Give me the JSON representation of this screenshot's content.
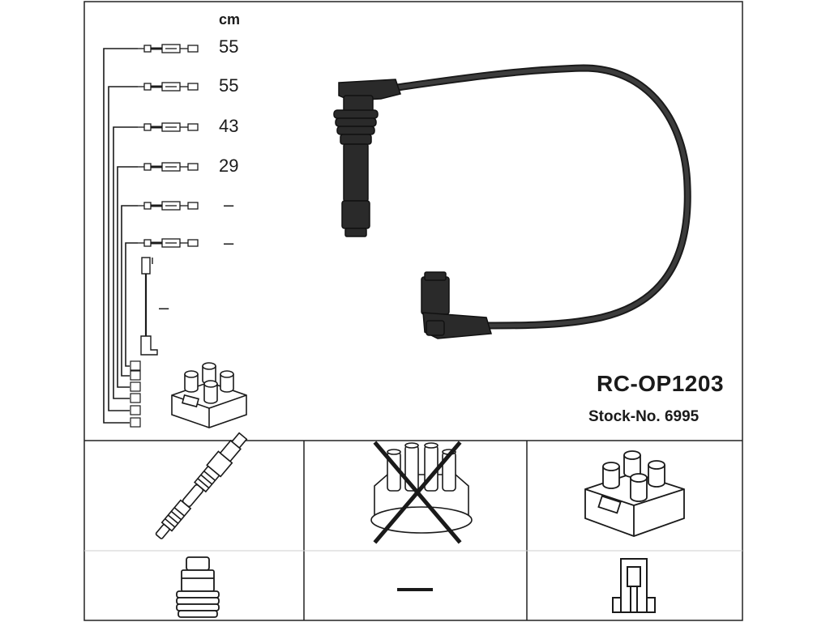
{
  "catalog": {
    "part_number": "RC-OP1203",
    "stock_number": "Stock-No. 6995"
  },
  "lead_list": {
    "unit": "cm",
    "leads": [
      {
        "length": "55"
      },
      {
        "length": "55"
      },
      {
        "length": "43"
      },
      {
        "length": "29"
      },
      {
        "length": "–"
      },
      {
        "length": "–"
      }
    ],
    "coil_lead_length": "–"
  },
  "compatibility": {
    "distributor_cap_excluded": true,
    "boot_lead_value": "–"
  },
  "colors": {
    "ink": "#1a1a1a",
    "frame": "#222222",
    "muted": "#bdbdbd"
  }
}
